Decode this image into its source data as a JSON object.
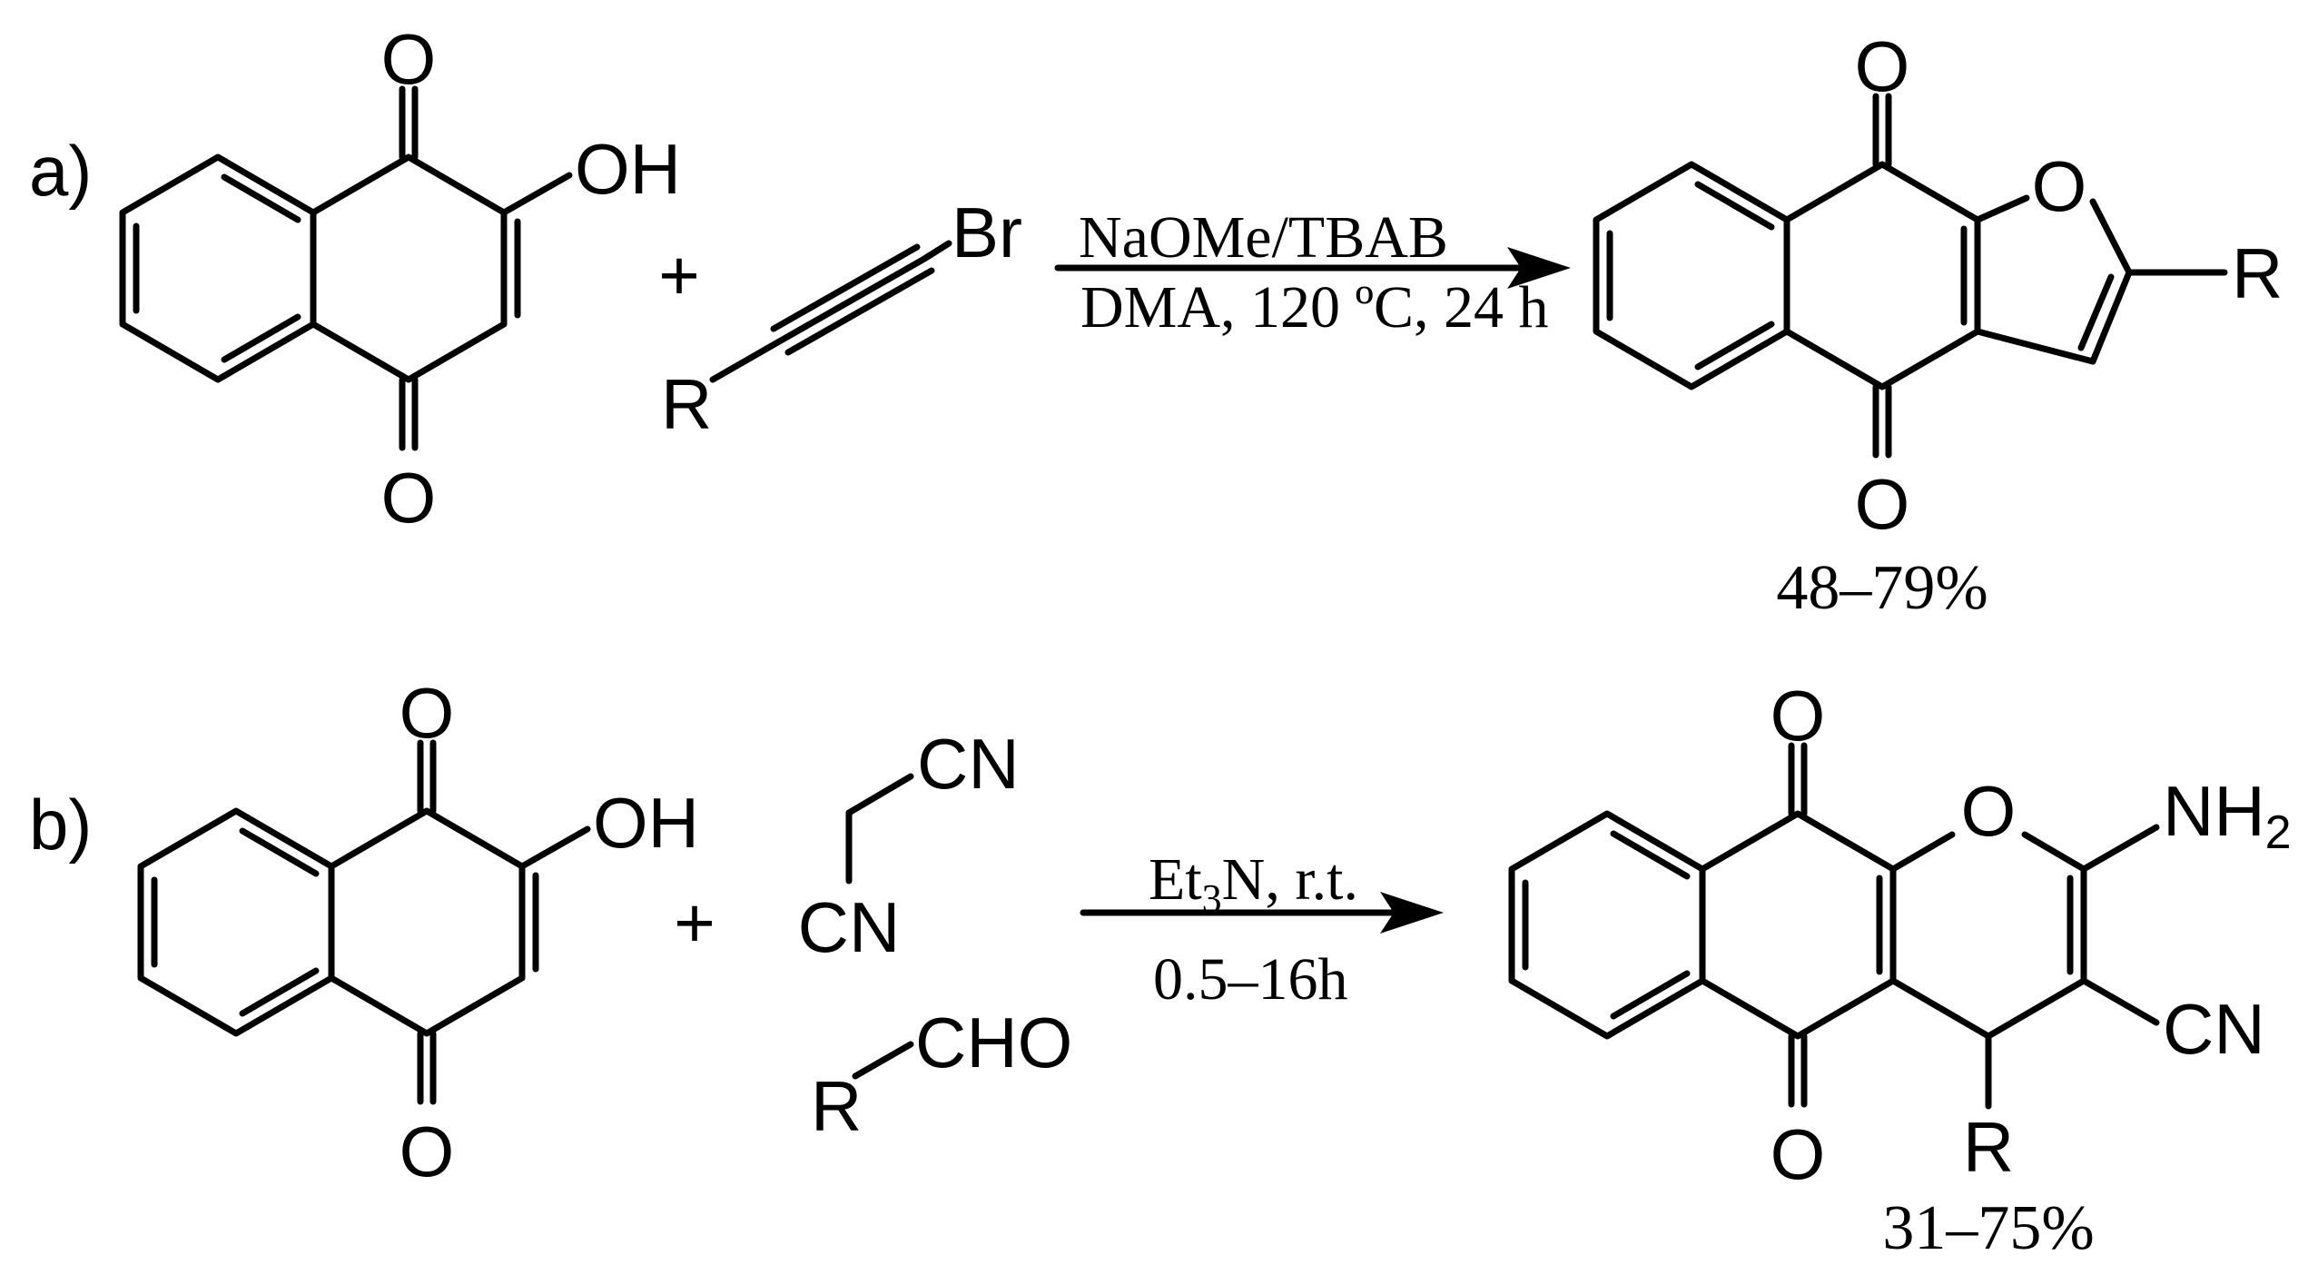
{
  "panel_a": {
    "label": "a)",
    "reactant1": {
      "atoms": {
        "o_top": "O",
        "oh": "OH",
        "o_bottom": "O"
      }
    },
    "plus": "+",
    "reactant2": {
      "atoms": {
        "br": "Br",
        "r": "R"
      }
    },
    "conditions": {
      "above": "NaOMe/TBAB",
      "below": "DMA, 120 ºC, 24 h"
    },
    "product": {
      "atoms": {
        "o_top": "O",
        "o_ring": "O",
        "r": "R",
        "o_bottom": "O"
      }
    },
    "yield": "48–79%"
  },
  "panel_b": {
    "label": "b)",
    "reactant1": {
      "atoms": {
        "o_top": "O",
        "oh": "OH",
        "o_bottom": "O"
      }
    },
    "plus": "+",
    "reactant2": {
      "atoms": {
        "cn_top": "CN",
        "cn_bottom": "CN"
      }
    },
    "reactant3": {
      "atoms": {
        "r": "R",
        "cho": "CHO"
      }
    },
    "conditions": {
      "above_main": "Et",
      "above_sub": "3",
      "above_rest": "N, r.t.",
      "below": "0.5–16h"
    },
    "product": {
      "atoms": {
        "o_top": "O",
        "o_ring": "O",
        "nh": "NH",
        "nh_sub": "2",
        "cn": "CN",
        "o_bottom": "O",
        "r": "R"
      }
    },
    "yield": "31–75%"
  }
}
